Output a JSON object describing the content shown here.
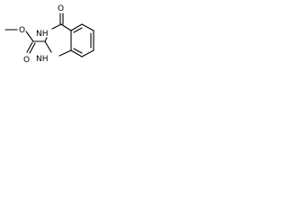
{
  "molecule": {
    "atoms": {
      "carbonyl_o": "O",
      "nh_top": "NH",
      "nh_bottom": "NH",
      "ester_o_single": "O",
      "ester_o_double": "O"
    }
  }
}
